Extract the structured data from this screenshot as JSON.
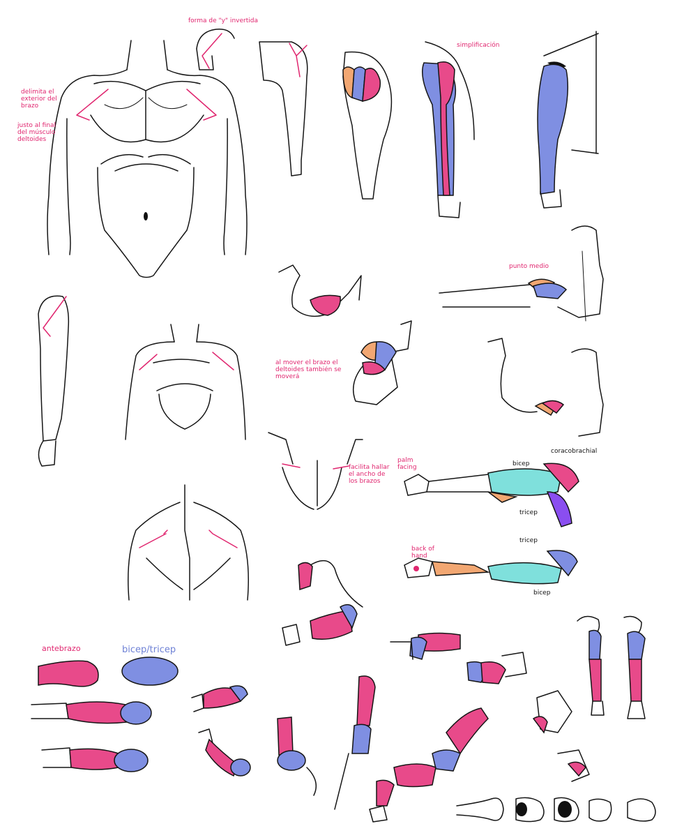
{
  "annotations": {
    "forma_y": "forma de \"y\" invertida",
    "delimita": "delimita el exterior del brazo",
    "justo": "justo al final del músculo deltoides",
    "simplificacion": "simplificación",
    "punto_medio": "punto medio",
    "al_mover": "al mover el brazo el deltoides también se moverá",
    "facilita": "facilita hallar el ancho de los brazos",
    "palm_facing": "palm facing",
    "bicep_1": "bicep",
    "coracobrachial": "coracobrachial",
    "tricep_1": "tricep",
    "back_of_hand": "back of hand",
    "tricep_2": "tricep",
    "bicep_2": "bicep",
    "antebrazo": "antebrazo",
    "bicep_tricep": "bicep/tricep"
  },
  "colors": {
    "ink": "#151515",
    "annotation": "#e0266f",
    "forearm": "#e84a8a",
    "bicep_tricep": "#7f8fe2",
    "deltoid_front": "#f2a772",
    "teal_muscle": "#7fe0dc",
    "purple_muscle": "#8a4ef0"
  }
}
